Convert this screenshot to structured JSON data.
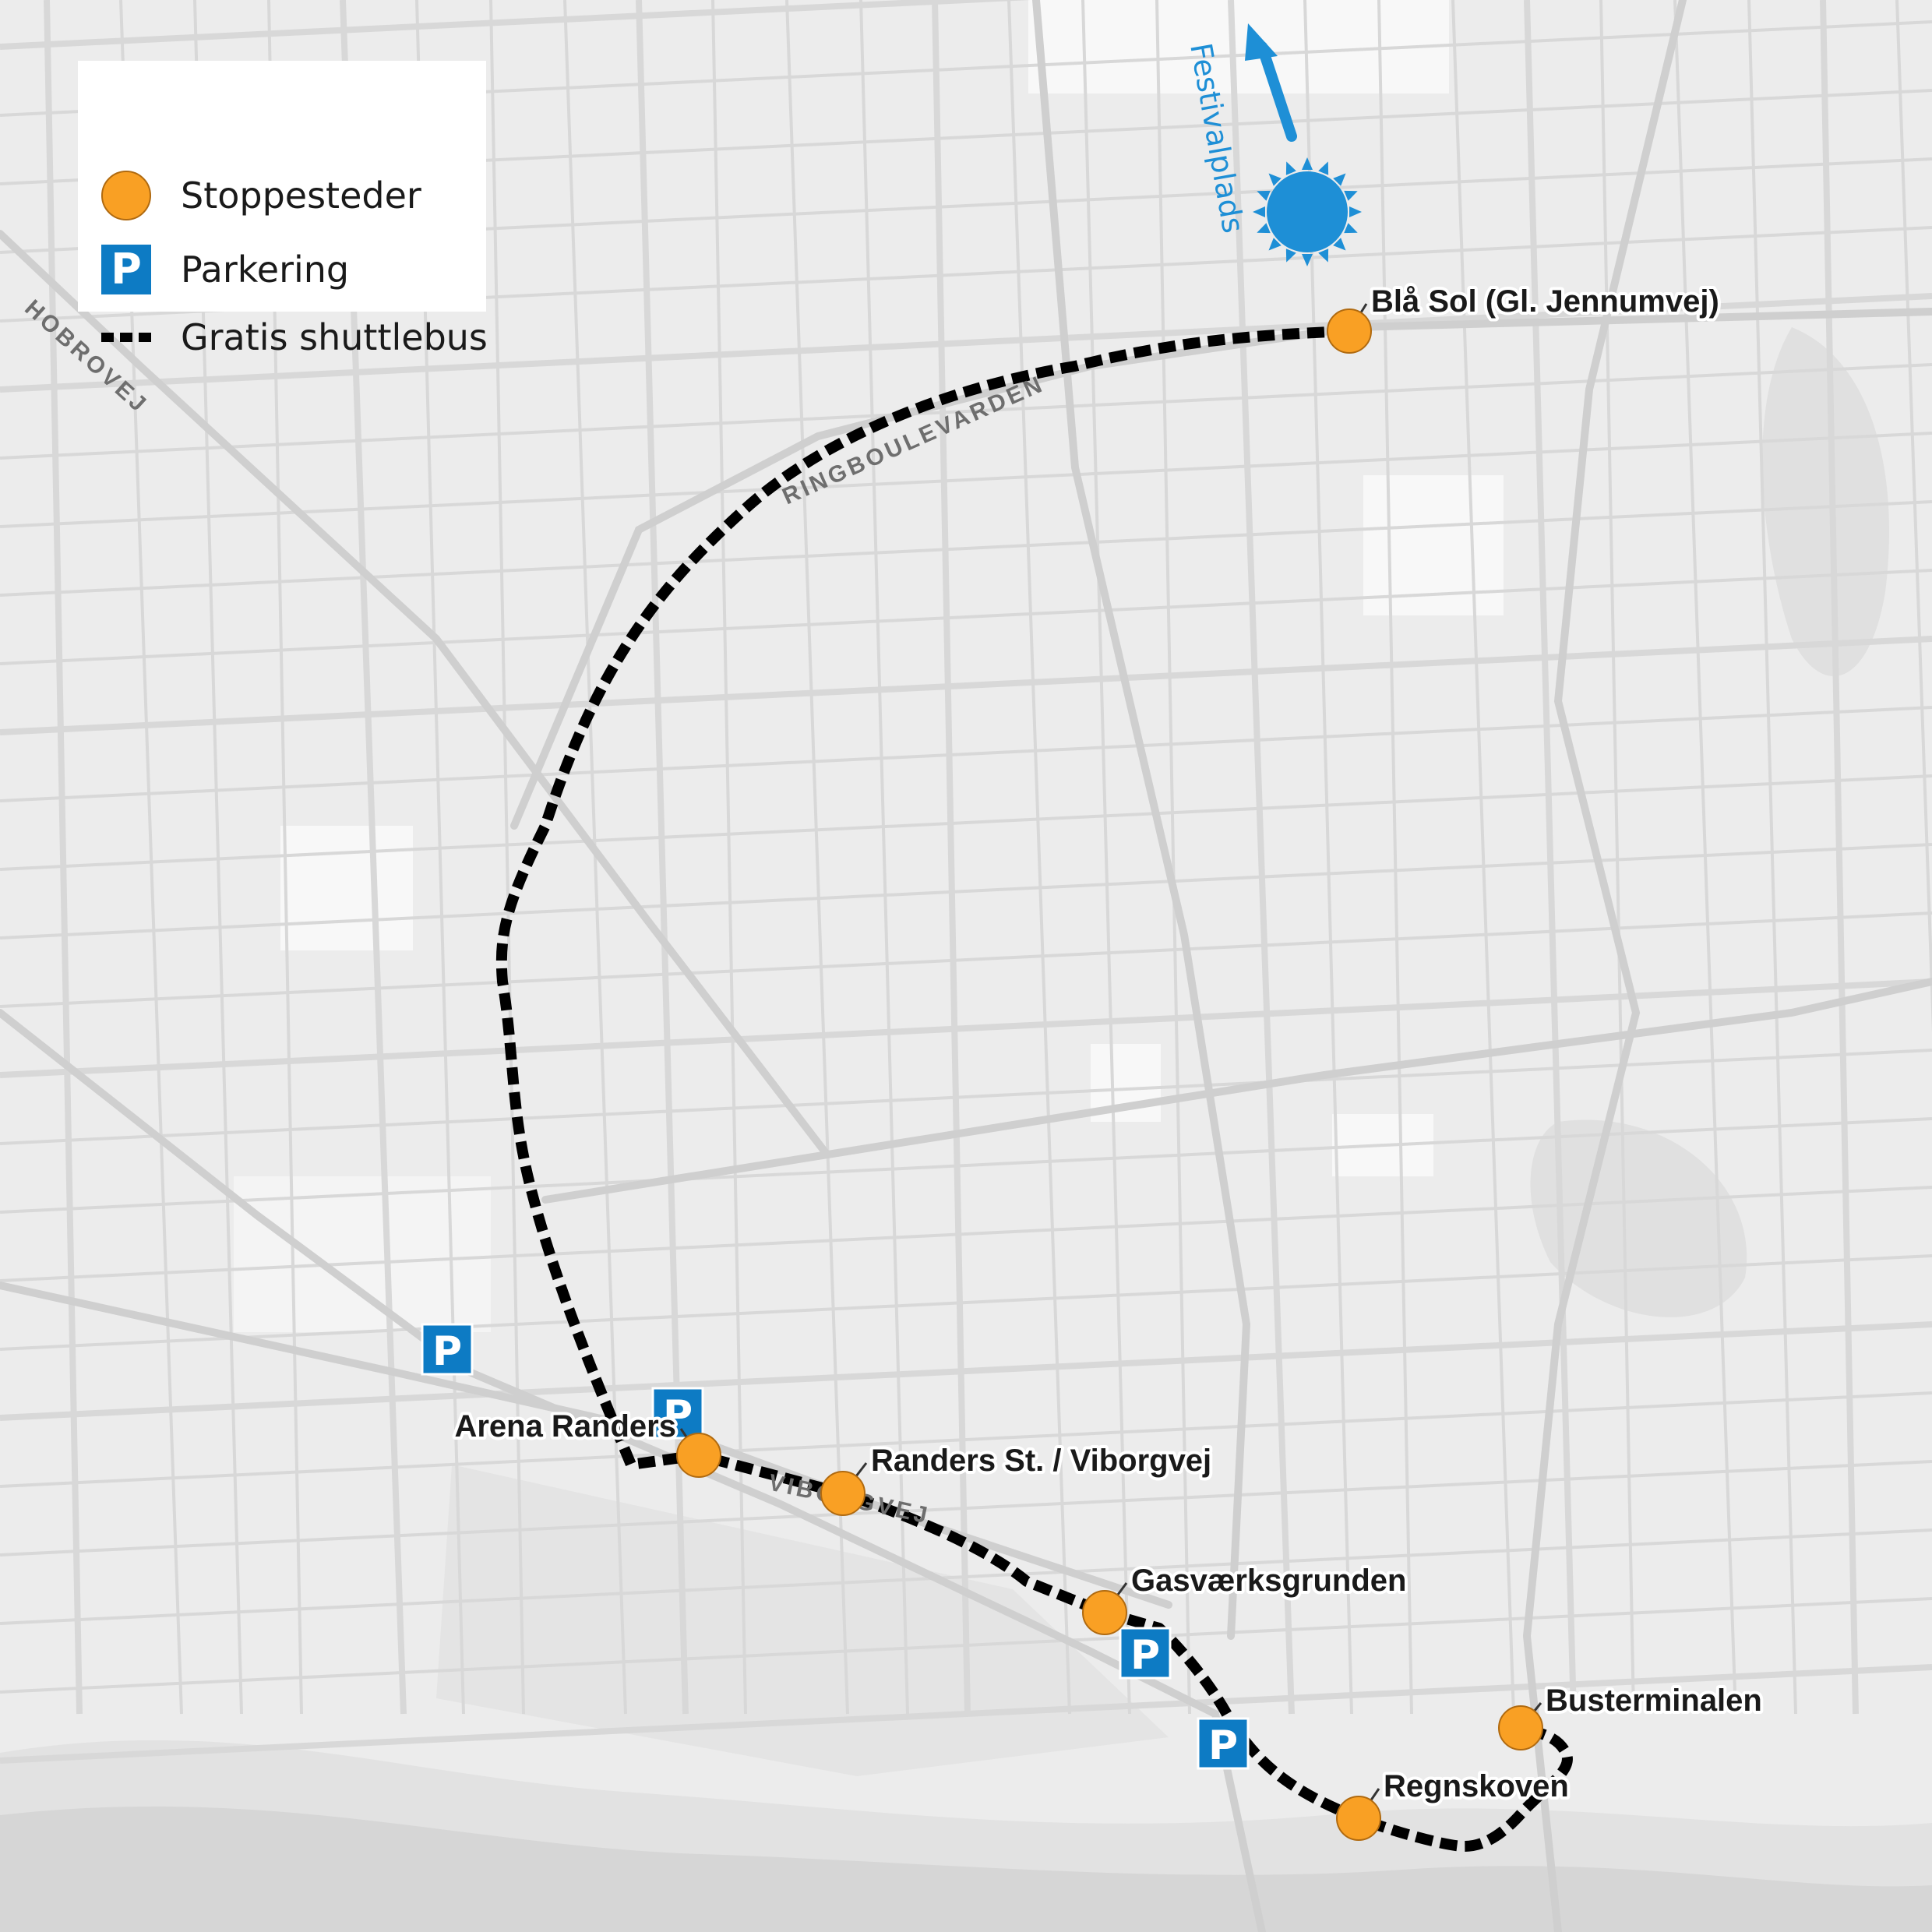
{
  "legend": {
    "stops_label": "Stoppesteder",
    "parking_label": "Parkering",
    "bus_label": "Gratis shuttlebus",
    "parking_glyph": "P"
  },
  "festival": {
    "label": "Festivalplads",
    "icon": "sun-icon",
    "color": "#1e8fd6"
  },
  "roads": {
    "hobrovej": "HOBROVEJ",
    "ringboulevarden": "RINGBOULEVARDEN",
    "viborgvej": "VIBORGVEJ"
  },
  "stops": [
    {
      "name": "Blå Sol (Gl. Jennumvej)"
    },
    {
      "name": "Arena Randers"
    },
    {
      "name": "Randers St. / Viborgvej"
    },
    {
      "name": "Gasværksgrunden"
    },
    {
      "name": "Regnskoven"
    },
    {
      "name": "Busterminalen"
    }
  ],
  "parking_glyph": "P",
  "colors": {
    "stop_fill": "#f9a024",
    "parking_fill": "#0d7bc4",
    "route": "#000000",
    "festival_blue": "#1e8fd6",
    "background": "#ececec",
    "road": "#ffffff"
  }
}
